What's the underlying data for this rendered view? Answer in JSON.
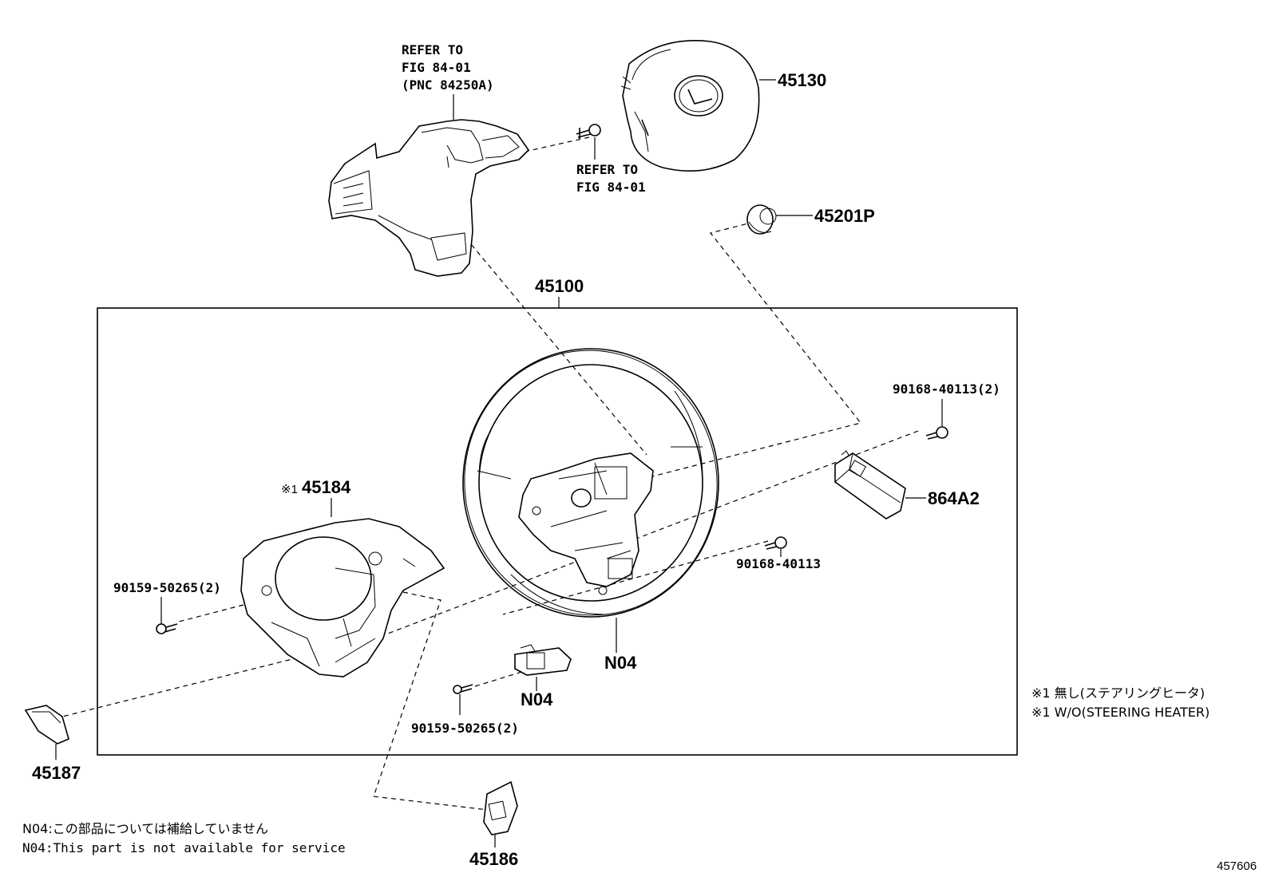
{
  "callouts": {
    "refer1": [
      "REFER TO",
      "FIG 84-01",
      "(PNC 84250A)"
    ],
    "refer2": [
      "REFER TO",
      "FIG 84-01"
    ],
    "p45130": "45130",
    "p45201p": "45201P",
    "p45100": "45100",
    "p90168_2": "90168-40113(2)",
    "p864a2": "864A2",
    "p90168": "90168-40113",
    "p45184_mark": "※1",
    "p45184": "45184",
    "p90159_a": "90159-50265(2)",
    "p90159_b": "90159-50265(2)",
    "n04_wheel": "N04",
    "n04_switch": "N04",
    "p45187": "45187",
    "p45186": "45186"
  },
  "notes": {
    "footnote_jp": "※1 無し(ステアリングヒータ)",
    "footnote_en": "※1 W/O(STEERING HEATER)",
    "n04_jp": "N04:この部品については補給していません",
    "n04_en": "N04:This part is not available for service"
  },
  "figure_id": "457606"
}
